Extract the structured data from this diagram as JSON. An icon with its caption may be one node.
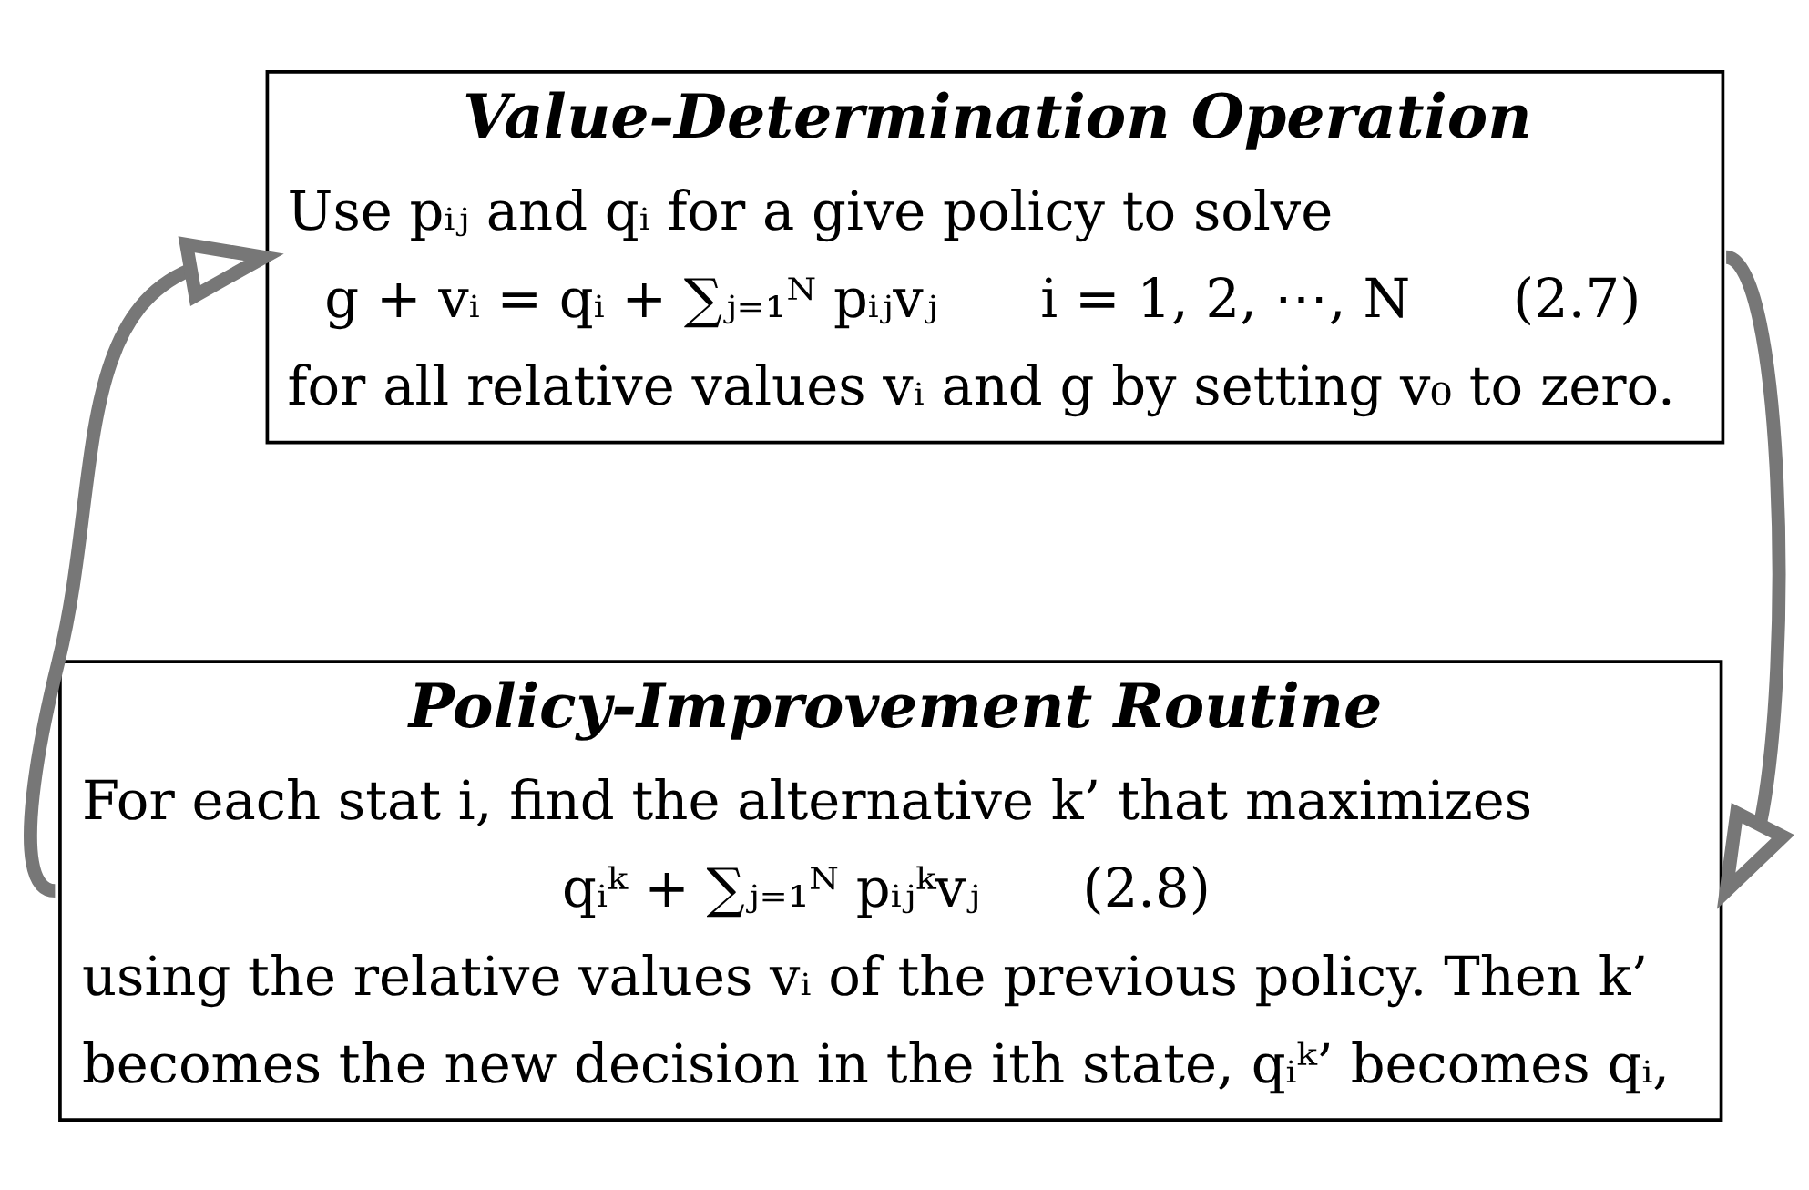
{
  "diagram": {
    "nodes": [
      {
        "text": [
          "Value-Determination Operation",
          "Use pᵢⱼ and qᵢ for a give policy to solve",
          "g + vᵢ = qᵢ + ∑ⱼ₌₁ᴺ pᵢⱼvⱼ      i = 1, 2, ⋯, N      (2.7)",
          "for all relative values vᵢ and g by setting v₀ to zero."
        ]
      },
      {
        "text": [
          "Policy-Improvement Routine",
          "For each stat i, find the alternative k’ that maximizes",
          "qᵢᵏ + ∑ⱼ₌₁ᴺ pᵢⱼᵏvⱼ      (2.8)",
          "using the relative values vᵢ of the previous policy. Then k’ becomes the new decision in the ith state, qᵢᵏ’ becomes qᵢ,"
        ]
      }
    ],
    "edges": [
      {
        "from": 0,
        "to": 1,
        "arrow": "to"
      },
      {
        "from": 1,
        "to": 0,
        "arrow": "to"
      }
    ]
  }
}
